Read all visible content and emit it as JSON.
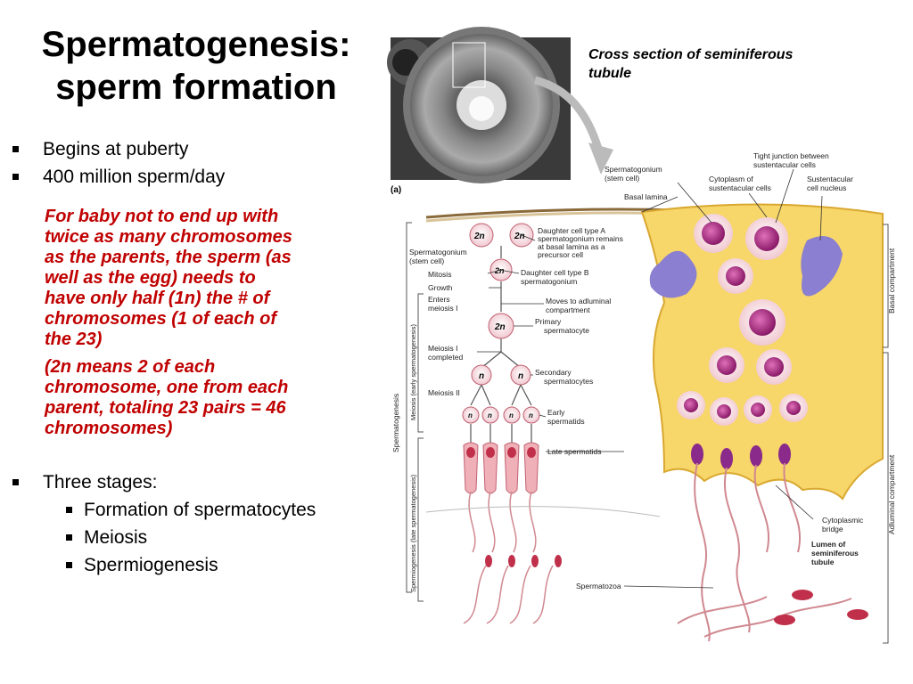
{
  "title": [
    "Spermatogenesis:",
    "sperm formation"
  ],
  "bullets": [
    "Begins at puberty",
    "400 million sperm/day"
  ],
  "note1": [
    "For baby not to end up with",
    "twice as many chromosomes",
    "as the parents, the sperm (as",
    "well as the egg) needs to",
    "have only half (1n) the # of",
    "chromosomes (1 of each of",
    "the 23)"
  ],
  "note2": [
    "(2n means 2 of each",
    "chromosome, one from each",
    "parent, totaling 23 pairs = 46",
    "chromosomes)"
  ],
  "stages": {
    "label": "Three stages:",
    "items": [
      "Formation of spermatocytes",
      "Meiosis",
      "Spermiogenesis"
    ]
  },
  "caption": [
    "Cross section of seminiferous",
    "tubule"
  ],
  "figure": {
    "panel_label": "(a)",
    "labels": {
      "spermatogonium_top": [
        "Spermatogonium",
        "(stem cell)"
      ],
      "basal_lamina": "Basal lamina",
      "cytoplasm_sustentacular": [
        "Cytoplasm of",
        "sustentacular cells"
      ],
      "tight_junction": [
        "Tight junction between",
        "sustentacular cells"
      ],
      "sustentacular_nucleus": [
        "Sustentacular",
        "cell nucleus"
      ],
      "spermatogonium_left": [
        "Spermatogonium",
        "(stem cell)"
      ],
      "mitosis": "Mitosis",
      "growth": "Growth",
      "enters_meiosis": [
        "Enters",
        "meiosis I"
      ],
      "meiosis_completed": [
        "Meiosis I",
        "completed"
      ],
      "meiosis_ii": "Meiosis II",
      "daughter_a": [
        "Daughter cell type A",
        "spermatogonium remains",
        "at basal lamina as a",
        "precursor cell"
      ],
      "daughter_b": [
        "Daughter cell type B",
        "spermatogonium"
      ],
      "moves_adluminal": [
        "Moves to adluminal",
        "compartment"
      ],
      "primary": [
        "Primary",
        "spermatocyte"
      ],
      "secondary": [
        "Secondary",
        "spermatocytes"
      ],
      "early_spermatids": [
        "Early",
        "spermatids"
      ],
      "late_spermatids": "Late spermatids",
      "cytoplasmic_bridge": [
        "Cytoplasmic",
        "bridge"
      ],
      "lumen": [
        "Lumen of",
        "seminiferous",
        "tubule"
      ],
      "spermatozoa": "Spermatozoa",
      "basal_compartment": "Basal compartment",
      "adluminal_compartment": "Adluminal compartment",
      "spermatogenesis_vertical": "Spermatogenesis",
      "meiosis_early": "Meiosis (early spermatogenesis)",
      "spermiogenesis_late": "Spermiogenesis (late spermatogenesis)",
      "cell_2n": "2n",
      "cell_n": "n"
    }
  },
  "colors": {
    "accent_red": "#c00000",
    "cell_fill": "#f3c4c8",
    "tissue": "#f7d66a",
    "nucleus": "#a0287a"
  }
}
